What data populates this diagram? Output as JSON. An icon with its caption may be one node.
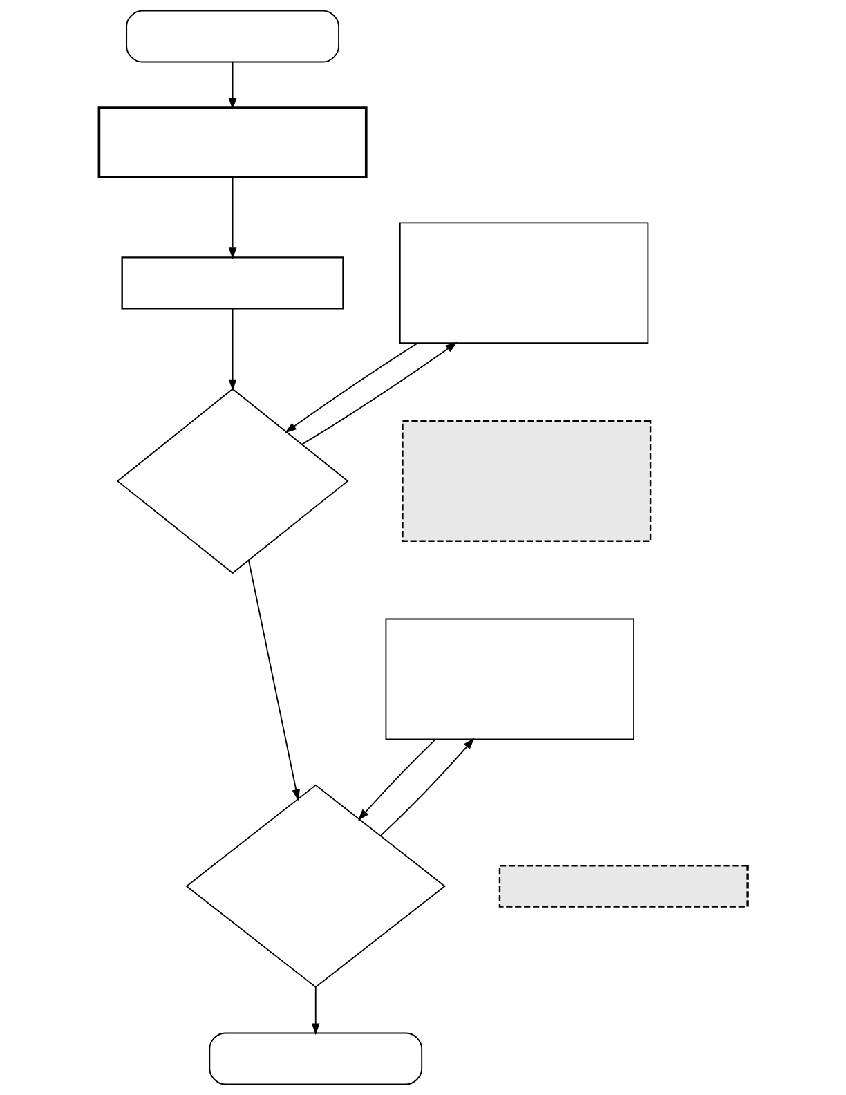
{
  "diagram": {
    "nodes": [
      {
        "text": [],
        "shape": "stadium"
      },
      {
        "text": [],
        "shape": "box"
      },
      {
        "text": [],
        "shape": "box"
      },
      {
        "text": [],
        "shape": "box"
      },
      {
        "text": [],
        "shape": "diamond"
      },
      {
        "text": [],
        "shape": "box"
      },
      {
        "text": [],
        "shape": "box"
      },
      {
        "text": [],
        "shape": "diamond"
      },
      {
        "text": [],
        "shape": "box"
      },
      {
        "text": [],
        "shape": "stadium"
      }
    ],
    "edges": [
      {
        "from": 0,
        "to": 1,
        "arrow": "to"
      },
      {
        "from": 1,
        "to": 2,
        "arrow": "to"
      },
      {
        "from": 2,
        "to": 4,
        "arrow": "to"
      },
      {
        "from": 3,
        "to": 4,
        "arrow": "to"
      },
      {
        "from": 4,
        "to": 3,
        "arrow": "to"
      },
      {
        "from": 4,
        "to": 7,
        "arrow": "to"
      },
      {
        "from": 6,
        "to": 7,
        "arrow": "to"
      },
      {
        "from": 7,
        "to": 6,
        "arrow": "to"
      },
      {
        "from": 7,
        "to": 9,
        "arrow": "to"
      }
    ]
  }
}
